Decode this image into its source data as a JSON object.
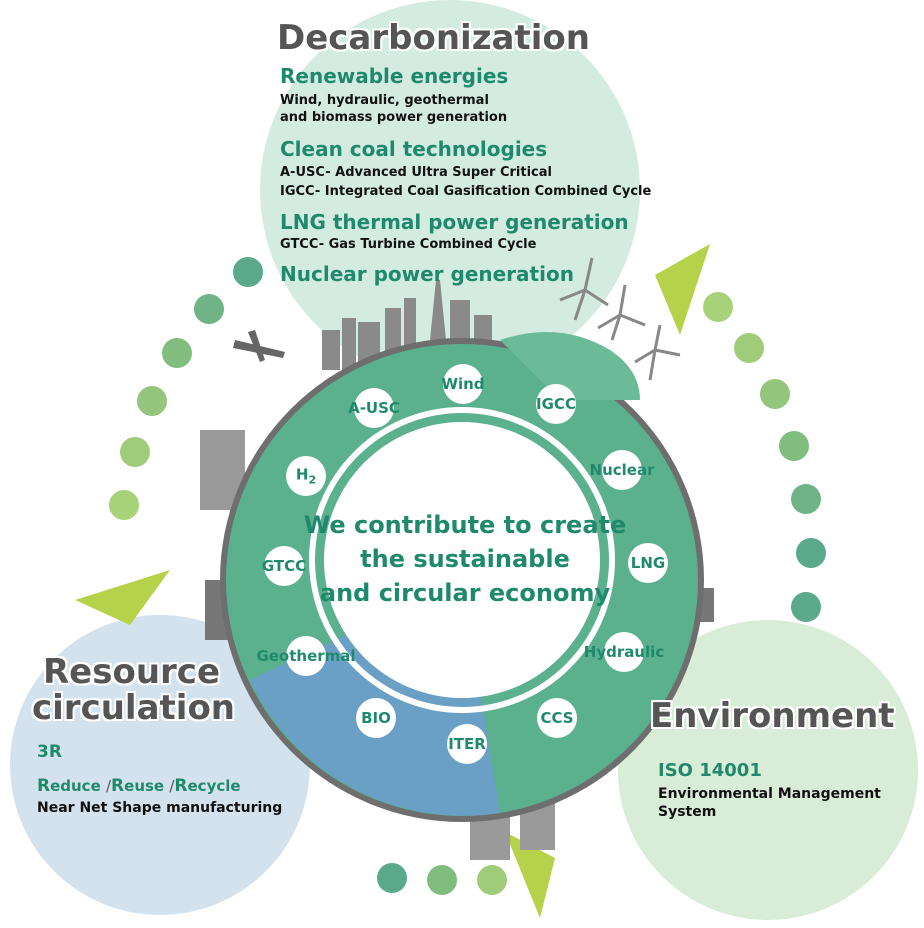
{
  "decarbonization": {
    "title": "Decarbonization",
    "items": [
      {
        "heading": "Renewable energies",
        "lines": [
          "Wind, hydraulic, geothermal",
          "and biomass power generation"
        ]
      },
      {
        "heading": "Clean coal technologies",
        "lines": [
          "A-USC-  Advanced Ultra Super Critical",
          "IGCC- Integrated Coal Gasification Combined Cycle"
        ]
      },
      {
        "heading": "LNG thermal power generation",
        "lines": [
          "GTCC-  Gas Turbine Combined Cycle"
        ]
      },
      {
        "heading": "Nuclear power generation",
        "lines": []
      }
    ]
  },
  "resource": {
    "title_line1": "Resource",
    "title_line2": "circulation",
    "heading": "3R",
    "r_words": [
      {
        "cap": "R",
        "rest": "educe"
      },
      {
        "cap": "R",
        "rest": "euse"
      },
      {
        "cap": "R",
        "rest": "ecycle"
      }
    ],
    "separator": "/",
    "line": "Near Net Shape manufacturing"
  },
  "environment": {
    "title": "Environment",
    "heading": "ISO 14001",
    "lines": [
      "Environmental Management",
      "System"
    ]
  },
  "center": {
    "lines": [
      "We contribute to create",
      "the sustainable",
      "and circular economy"
    ]
  },
  "nodes": [
    {
      "label": "Wind"
    },
    {
      "label": "IGCC"
    },
    {
      "label": "Nuclear"
    },
    {
      "label": "LNG"
    },
    {
      "label": "Hydraulic"
    },
    {
      "label": "CCS"
    },
    {
      "label": "ITER"
    },
    {
      "label": "BIO"
    },
    {
      "label": "Geothermal"
    },
    {
      "label": "GTCC"
    },
    {
      "label": "H",
      "subscript": "2"
    },
    {
      "label": "A-USC"
    }
  ],
  "colors": {
    "ring_green": "#5bb08e",
    "ring_blue": "#6a9fc6",
    "decarb_bg": "#d4ebe2",
    "resource_bg": "#d4e2ee",
    "env_bg": "#d9ecd8",
    "accent_green": "#1f8a6b",
    "arrow_lime": "#b6d24a",
    "dot_dark": "#5aa98a",
    "dot_light": "#a8d27a"
  }
}
